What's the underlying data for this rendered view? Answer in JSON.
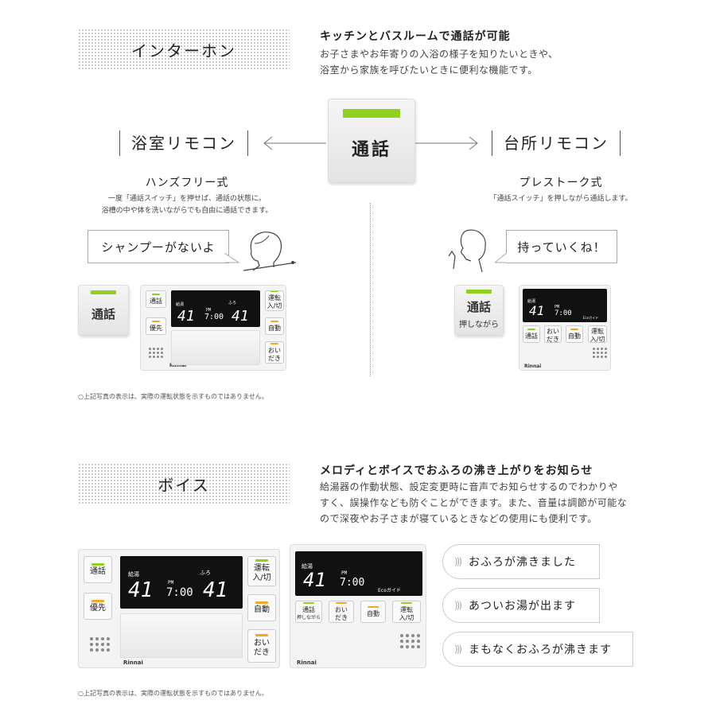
{
  "intercom": {
    "heading": "インターホン",
    "title": "キッチンとバスルームで通話が可能",
    "body_lines": [
      "お子さまやお年寄りの入浴の様子を知りたいときや、",
      "浴室から家族を呼びたいときに便利な機能です。"
    ],
    "center_button": "通話",
    "left": {
      "label": "浴室リモコン",
      "mode": "ハンズフリー式",
      "desc_lines": [
        "一度「通話スイッチ」を押せば、通話の状態に。",
        "浴槽の中や体を洗いながらでも自由に通話できます。"
      ],
      "bubble": "シャンプーがないよ",
      "button": "通話"
    },
    "right": {
      "label": "台所リモコン",
      "mode": "プレストーク式",
      "desc_lines": [
        "「通話スイッチ」を押しながら通話します。"
      ],
      "bubble": "持っていくね！",
      "button": "通話",
      "button_sub": "押しながら"
    },
    "note": "○上記写真の表示は、実際の運転状態を示すものではありません。"
  },
  "remote_bath": {
    "btn_call": "通話",
    "btn_priority": "優先",
    "btn_run": "運転\n入/切",
    "btn_auto": "自動",
    "btn_reheat": "おい\nだき",
    "lcd_label_kyuto": "給湯",
    "lcd_label_furo": "ふろ",
    "lcd_temp1": "41",
    "lcd_time": "7:00",
    "lcd_temp2": "41",
    "lcd_pm": "PM",
    "brand": "Rinnai"
  },
  "remote_kitchen": {
    "btn_call": "通話",
    "btn_call_sub": "押しながら",
    "btn_reheat": "おい\nだき",
    "btn_auto": "自動",
    "btn_run": "運転\n入/切",
    "lcd_label_kyuto": "給湯",
    "lcd_temp": "41",
    "lcd_time": "7:00",
    "lcd_pm": "PM",
    "lcd_eco": "Ecoガイド",
    "brand": "Rinnai"
  },
  "voice": {
    "heading": "ボイス",
    "title": "メロディとボイスでおふろの沸き上がりをお知らせ",
    "body_lines": [
      "給湯器の作動状態、設定変更時に音声でお知らせするのでわかりや",
      "すく、誤操作なども防ぐことができます。また、音量は調節が可能な",
      "ので深夜やお子さまが寝ているときなどの使用にも便利です。"
    ],
    "messages": [
      "おふろが沸きました",
      "あついお湯が出ます",
      "まもなくおふろが沸きます"
    ],
    "note": "○上記写真の表示は、実際の運転状態を示すものではありません。"
  },
  "colors": {
    "accent_green": "#8fd11e",
    "lcd_bg": "#111111",
    "indicator_orange": "#f5a623"
  }
}
